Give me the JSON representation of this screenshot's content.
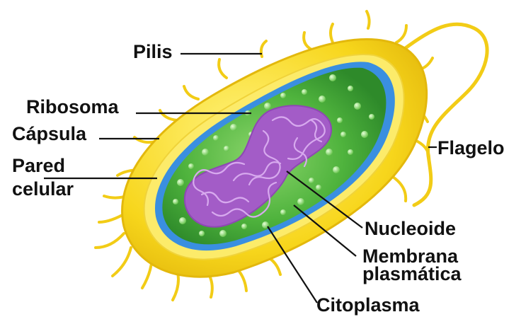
{
  "labels": {
    "pilis": "Pilis",
    "ribosoma": "Ribosoma",
    "capsula": "Cápsula",
    "pared_line1": "Pared",
    "pared_line2": "celular",
    "flagelo": "Flagelo",
    "nucleoide": "Nucleoide",
    "membrana_line1": "Membrana",
    "membrana_line2": "plasmática",
    "citoplasma": "Citoplasma"
  },
  "colors": {
    "capsule": "#F7D61C",
    "capsule_edge": "#E3B80C",
    "cell_wall": "#FCEB6A",
    "membrane": "#3A8FE0",
    "cytoplasm": "#4FB33D",
    "cytoplasm_light": "#8CD66C",
    "nucleoid": "#A35CC7",
    "nucleoid_strand": "#D7A9EE",
    "ribosome": "#9BE07C",
    "leader_line": "#111111"
  }
}
